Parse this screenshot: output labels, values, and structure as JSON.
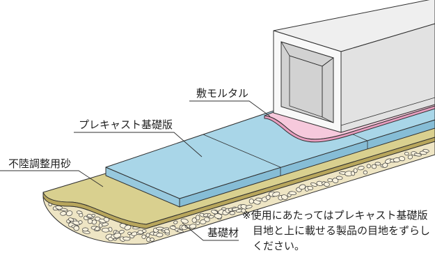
{
  "diagram": {
    "labels": {
      "bedding_mortar": "敷モルタル",
      "precast_base_slab": "プレキャスト基礎版",
      "leveling_sand": "不陸調整用砂",
      "base_material": "基礎材"
    },
    "note": {
      "lines": [
        "※使用にあたってはプレキャスト基礎版",
        "目地と上に載せる製品の目地をずらし",
        "ください。"
      ]
    }
  },
  "colors": {
    "slab_top": "#a9d6e8",
    "slab_front": "#86bdd6",
    "slab_end": "#97c9de",
    "sand_top": "#d9d08f",
    "sand_edge": "#b8a65c",
    "gravel": "#eee5c4",
    "mortar_top": "#f6c9dc",
    "mortar_edge": "#e79ebf",
    "culvert_face": "#f8f8f8",
    "culvert_top": "#efefef",
    "culvert_side": "#e2e2e2",
    "culvert_inner_opening": "#d2d2d2",
    "culvert_inner_wall": "#a9a9a9",
    "culvert_inner_ceiling": "#bdbdbd"
  }
}
